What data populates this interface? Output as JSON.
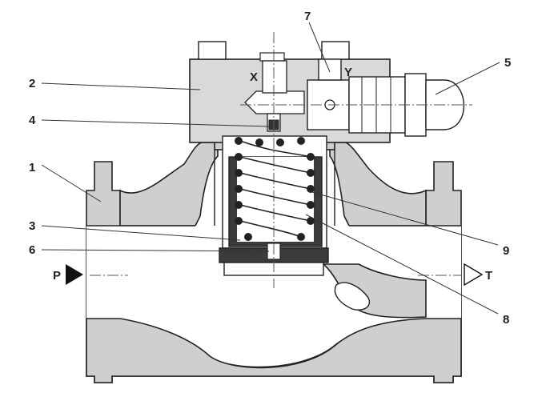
{
  "callouts": {
    "c1": "1",
    "c2": "2",
    "c3": "3",
    "c4": "4",
    "c5": "5",
    "c6": "6",
    "c7": "7",
    "c8": "8",
    "c9": "9"
  },
  "ports": {
    "inlet": "P",
    "outlet": "T",
    "pilot_x": "X",
    "pilot_y": "Y"
  }
}
